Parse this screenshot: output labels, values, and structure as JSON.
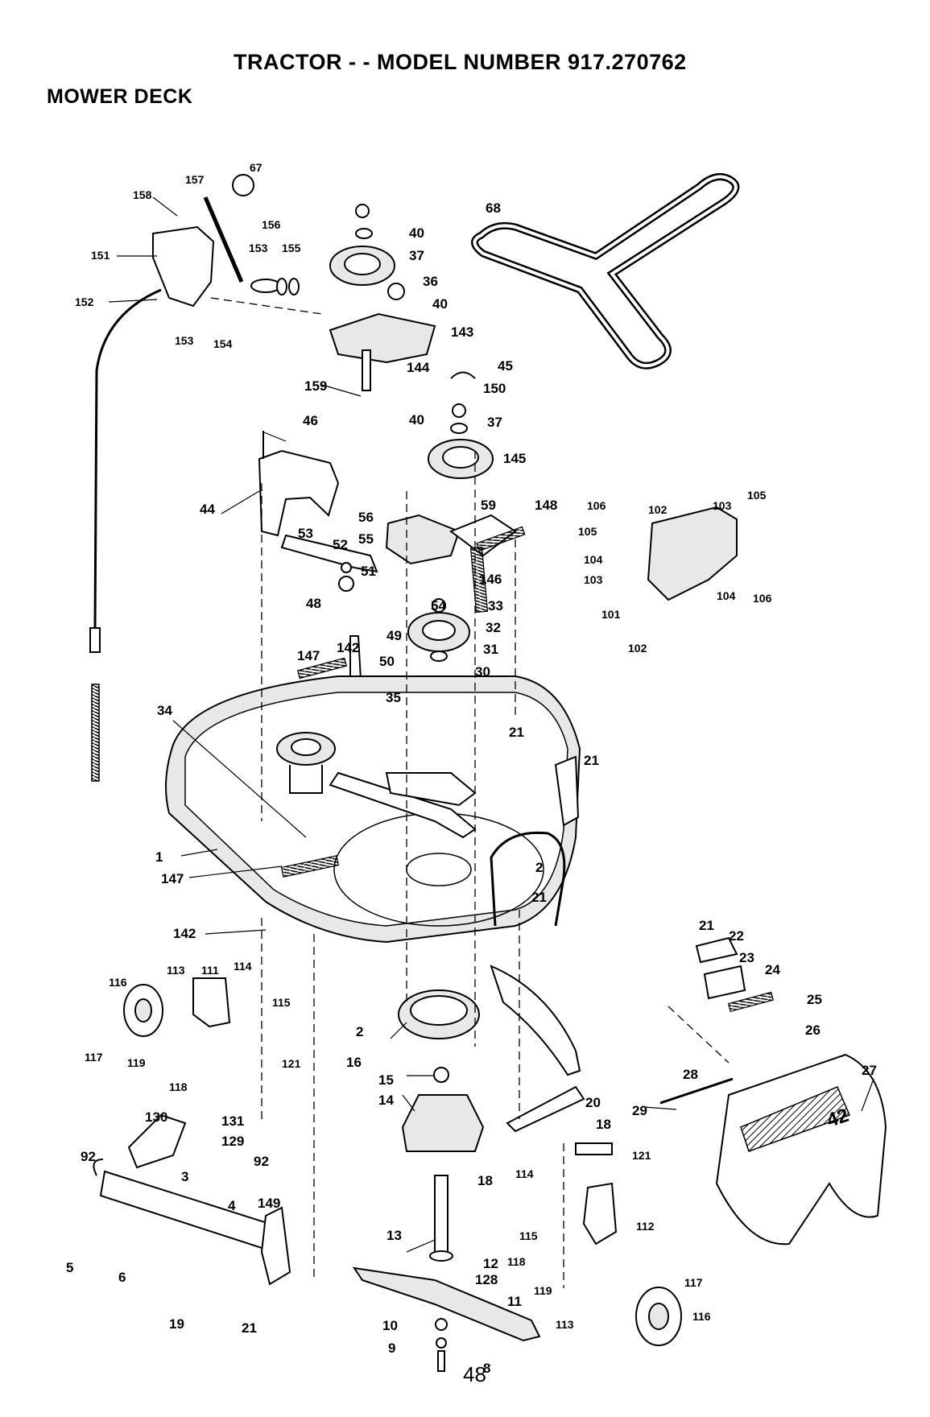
{
  "header": {
    "title": "TRACTOR - - MODEL NUMBER 917.270762",
    "section": "MOWER DECK"
  },
  "footer": {
    "page_number": "48"
  },
  "callouts": [
    {
      "id": "c157",
      "text": "157"
    },
    {
      "id": "c67",
      "text": "67"
    },
    {
      "id": "c158",
      "text": "158"
    },
    {
      "id": "c156",
      "text": "156"
    },
    {
      "id": "c151",
      "text": "151"
    },
    {
      "id": "c153a",
      "text": "153"
    },
    {
      "id": "c155",
      "text": "155"
    },
    {
      "id": "c152",
      "text": "152"
    },
    {
      "id": "c153b",
      "text": "153"
    },
    {
      "id": "c154",
      "text": "154"
    },
    {
      "id": "c40a",
      "text": "40"
    },
    {
      "id": "c37a",
      "text": "37"
    },
    {
      "id": "c36",
      "text": "36"
    },
    {
      "id": "c40b",
      "text": "40"
    },
    {
      "id": "c143",
      "text": "143"
    },
    {
      "id": "c144",
      "text": "144"
    },
    {
      "id": "c159",
      "text": "159"
    },
    {
      "id": "c45",
      "text": "45"
    },
    {
      "id": "c150",
      "text": "150"
    },
    {
      "id": "c40c",
      "text": "40"
    },
    {
      "id": "c37b",
      "text": "37"
    },
    {
      "id": "c145",
      "text": "145"
    },
    {
      "id": "c46",
      "text": "46"
    },
    {
      "id": "c44",
      "text": "44"
    },
    {
      "id": "c68",
      "text": "68"
    },
    {
      "id": "c56",
      "text": "56"
    },
    {
      "id": "c59",
      "text": "59"
    },
    {
      "id": "c148",
      "text": "148"
    },
    {
      "id": "c53",
      "text": "53"
    },
    {
      "id": "c52",
      "text": "52"
    },
    {
      "id": "c55",
      "text": "55"
    },
    {
      "id": "c51",
      "text": "51"
    },
    {
      "id": "c146",
      "text": "146"
    },
    {
      "id": "c48",
      "text": "48"
    },
    {
      "id": "c54",
      "text": "54"
    },
    {
      "id": "c33",
      "text": "33"
    },
    {
      "id": "c32",
      "text": "32"
    },
    {
      "id": "c49",
      "text": "49"
    },
    {
      "id": "c147a",
      "text": "147"
    },
    {
      "id": "c142a",
      "text": "142"
    },
    {
      "id": "c50",
      "text": "50"
    },
    {
      "id": "c31",
      "text": "31"
    },
    {
      "id": "c30",
      "text": "30"
    },
    {
      "id": "c35",
      "text": "35"
    },
    {
      "id": "c34",
      "text": "34"
    },
    {
      "id": "c21a",
      "text": "21"
    },
    {
      "id": "c21b",
      "text": "21"
    },
    {
      "id": "c106a",
      "text": "106"
    },
    {
      "id": "c102a",
      "text": "102"
    },
    {
      "id": "c103a",
      "text": "103"
    },
    {
      "id": "c105a",
      "text": "105"
    },
    {
      "id": "c105b",
      "text": "105"
    },
    {
      "id": "c104a",
      "text": "104"
    },
    {
      "id": "c103b",
      "text": "103"
    },
    {
      "id": "c104b",
      "text": "104"
    },
    {
      "id": "c106b",
      "text": "106"
    },
    {
      "id": "c101",
      "text": "101"
    },
    {
      "id": "c102b",
      "text": "102"
    },
    {
      "id": "c1",
      "text": "1"
    },
    {
      "id": "c147b",
      "text": "147"
    },
    {
      "id": "c2a",
      "text": "2"
    },
    {
      "id": "c21c",
      "text": "21"
    },
    {
      "id": "c142b",
      "text": "142"
    },
    {
      "id": "c21d",
      "text": "21"
    },
    {
      "id": "c22",
      "text": "22"
    },
    {
      "id": "c23",
      "text": "23"
    },
    {
      "id": "c24",
      "text": "24"
    },
    {
      "id": "c25",
      "text": "25"
    },
    {
      "id": "c26",
      "text": "26"
    },
    {
      "id": "c113a",
      "text": "113"
    },
    {
      "id": "c111",
      "text": "111"
    },
    {
      "id": "c114a",
      "text": "114"
    },
    {
      "id": "c116a",
      "text": "116"
    },
    {
      "id": "c115a",
      "text": "115"
    },
    {
      "id": "c117a",
      "text": "117"
    },
    {
      "id": "c119a",
      "text": "119"
    },
    {
      "id": "c121a",
      "text": "121"
    },
    {
      "id": "c2b",
      "text": "2"
    },
    {
      "id": "c16",
      "text": "16"
    },
    {
      "id": "c118a",
      "text": "118"
    },
    {
      "id": "c15",
      "text": "15"
    },
    {
      "id": "c20",
      "text": "20"
    },
    {
      "id": "c28",
      "text": "28"
    },
    {
      "id": "c27",
      "text": "27"
    },
    {
      "id": "c130",
      "text": "130"
    },
    {
      "id": "c131",
      "text": "131"
    },
    {
      "id": "c14",
      "text": "14"
    },
    {
      "id": "c29",
      "text": "29"
    },
    {
      "id": "c18a",
      "text": "18"
    },
    {
      "id": "c129",
      "text": "129"
    },
    {
      "id": "c92a",
      "text": "92"
    },
    {
      "id": "c92b",
      "text": "92"
    },
    {
      "id": "c3",
      "text": "3"
    },
    {
      "id": "c121b",
      "text": "121"
    },
    {
      "id": "c18b",
      "text": "18"
    },
    {
      "id": "c114b",
      "text": "114"
    },
    {
      "id": "c4",
      "text": "4"
    },
    {
      "id": "c149",
      "text": "149"
    },
    {
      "id": "c13",
      "text": "13"
    },
    {
      "id": "c115b",
      "text": "115"
    },
    {
      "id": "c112",
      "text": "112"
    },
    {
      "id": "c5",
      "text": "5"
    },
    {
      "id": "c6",
      "text": "6"
    },
    {
      "id": "c12",
      "text": "12"
    },
    {
      "id": "c118b",
      "text": "118"
    },
    {
      "id": "c128",
      "text": "128"
    },
    {
      "id": "c117b",
      "text": "117"
    },
    {
      "id": "c119b",
      "text": "119"
    },
    {
      "id": "c11",
      "text": "11"
    },
    {
      "id": "c19",
      "text": "19"
    },
    {
      "id": "c21e",
      "text": "21"
    },
    {
      "id": "c116b",
      "text": "116"
    },
    {
      "id": "c113b",
      "text": "113"
    },
    {
      "id": "c10",
      "text": "10"
    },
    {
      "id": "c9",
      "text": "9"
    },
    {
      "id": "c8",
      "text": "8"
    }
  ],
  "decals": {
    "deck_badge": "42"
  }
}
